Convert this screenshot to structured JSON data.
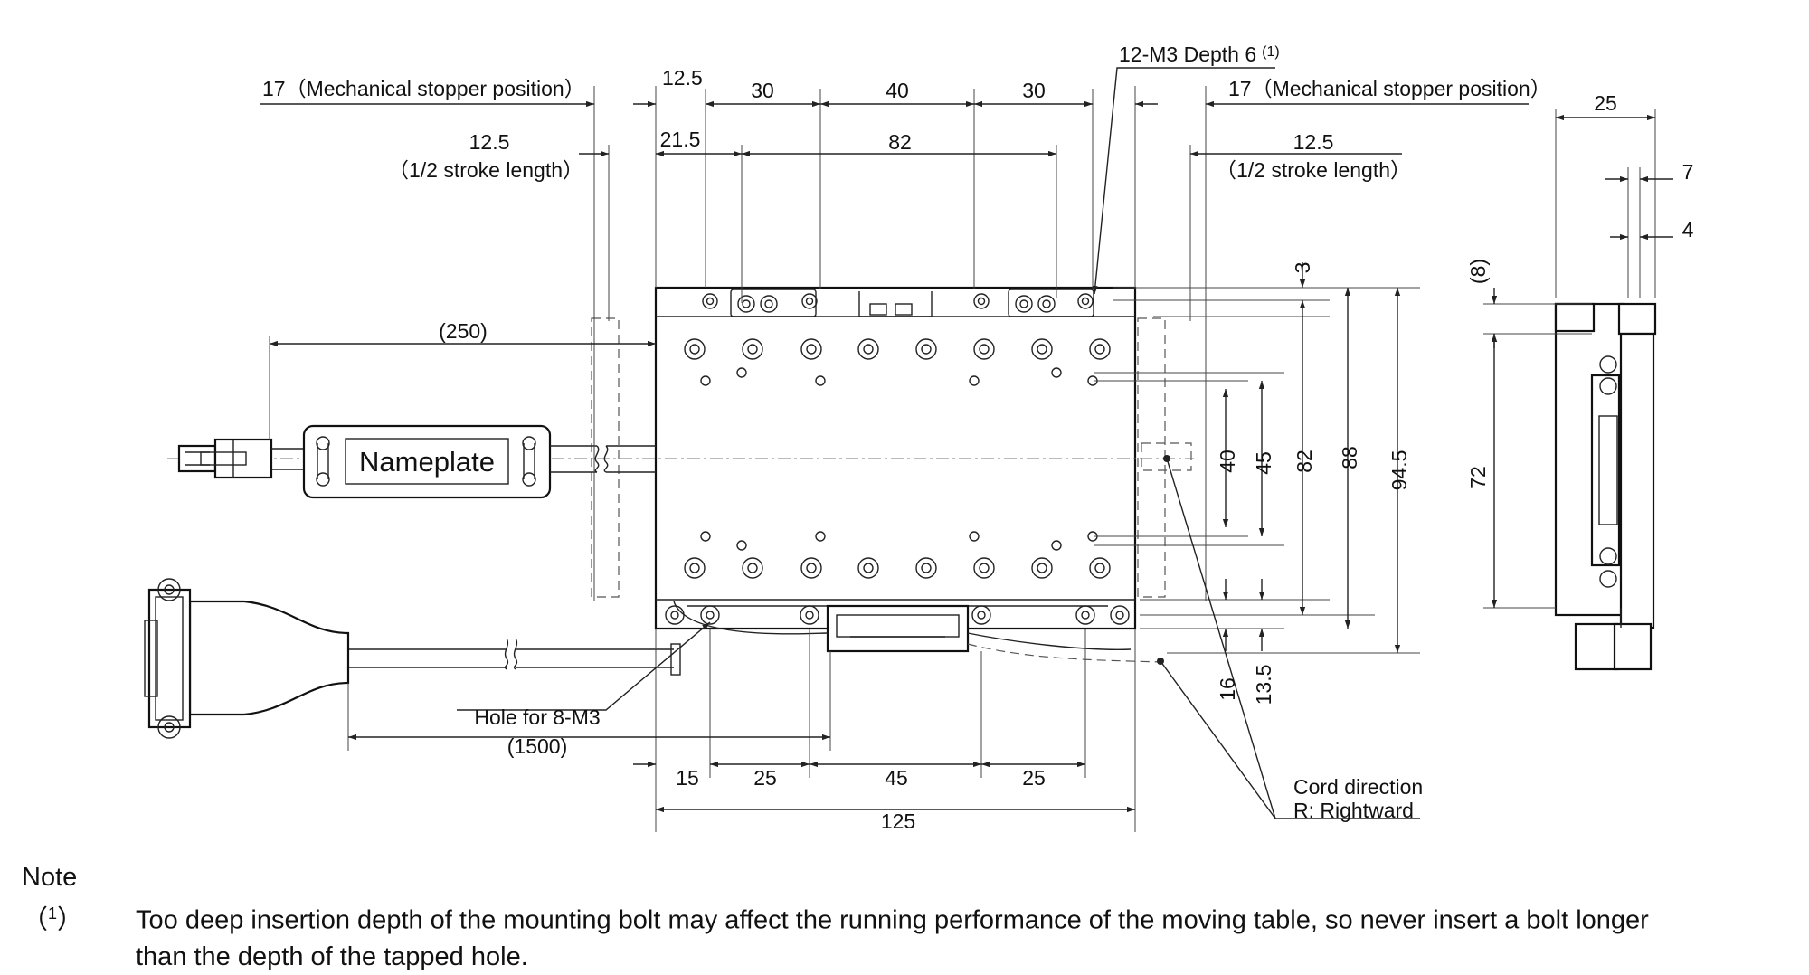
{
  "top_dims": {
    "stopper_left": "17（Mechanical stopper position）",
    "stopper_right": "17（Mechanical stopper position）",
    "d12_5": "12.5",
    "d30_a": "30",
    "d40": "40",
    "d30_b": "30",
    "tapped_callout": "12-M3 Depth 6",
    "tapped_callout_sup": "(1)",
    "half_stroke_left_val": "12.5",
    "half_stroke_left_lbl": "（1/2 stroke length）",
    "half_stroke_right_val": "12.5",
    "half_stroke_right_lbl": "（1/2 stroke length）",
    "d21_5": "21.5",
    "d82": "82"
  },
  "cable": {
    "length_250": "(250)",
    "nameplate": "Nameplate",
    "length_1500": "(1500)",
    "hole_label": "Hole for 8-M3"
  },
  "right_dims": {
    "d3": "3",
    "d40": "40",
    "d45": "45",
    "d82": "82",
    "d88": "88",
    "d94_5": "94.5",
    "d16": "16",
    "d13_5": "13.5"
  },
  "bottom_dims": {
    "d15": "15",
    "d25_a": "25",
    "d45": "45",
    "d25_b": "25",
    "d125": "125"
  },
  "cord": {
    "line1": "Cord direction",
    "line2": "R: Rightward"
  },
  "side_view": {
    "d25": "25",
    "d7": "7",
    "d4": "4",
    "d8": "(8)",
    "d72": "72"
  },
  "note": {
    "prefix": "Note（",
    "sup": "1",
    "close": "）",
    "line1": "Too deep insertion depth of the mounting bolt may affect the running performance of the moving table, so never insert a bolt longer",
    "line2": "than the depth of the tapped hole."
  }
}
